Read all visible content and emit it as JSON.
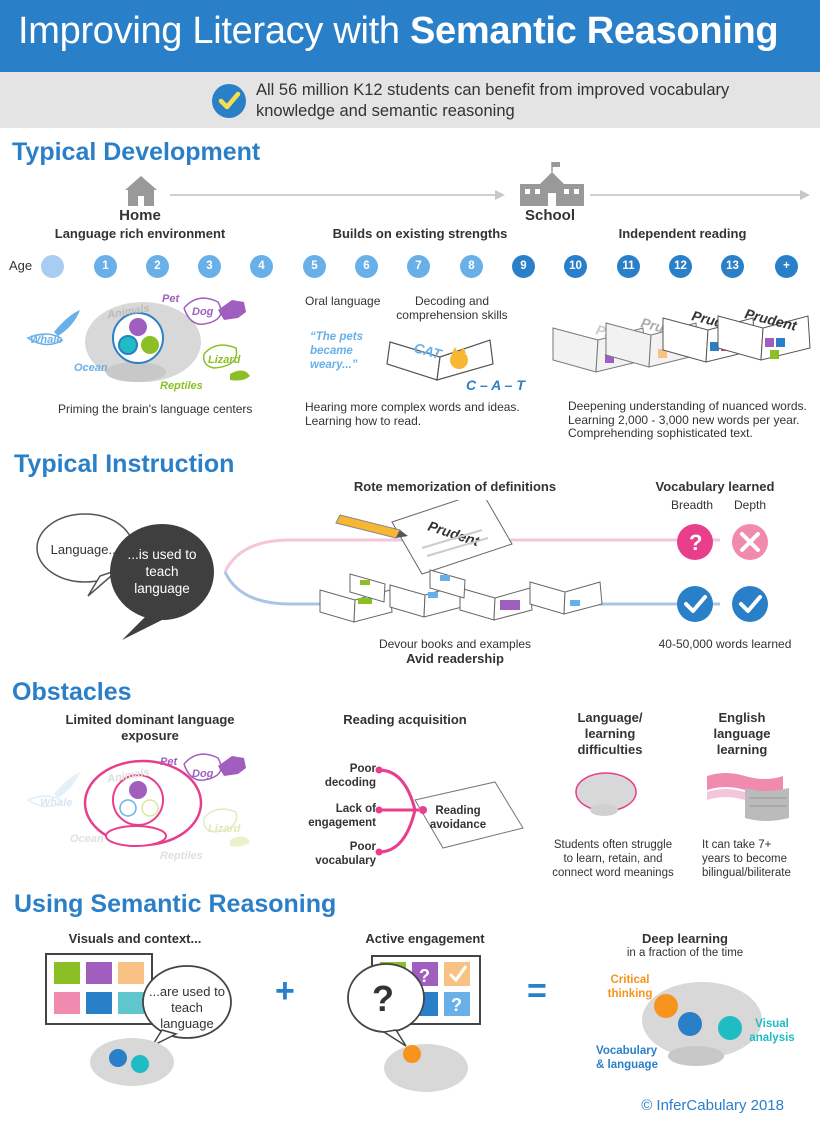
{
  "header": {
    "title_light": "Improving Literacy with ",
    "title_bold": "Semantic Reasoning",
    "banner_text": "All 56 million K12 students can benefit from improved vocabulary knowledge and semantic reasoning"
  },
  "typical_development": {
    "title": "Typical Development",
    "home_label": "Home",
    "school_label": "School",
    "phases": [
      "Language rich environment",
      "Builds on existing strengths",
      "Independent reading"
    ],
    "age_label": "Age",
    "ages": [
      "",
      "1",
      "2",
      "3",
      "4",
      "5",
      "6",
      "7",
      "8",
      "9",
      "10",
      "11",
      "12",
      "13",
      "+"
    ],
    "brain_tags": {
      "animals": "Animals",
      "pet": "Pet",
      "dog": "Dog",
      "whale": "Whale",
      "ocean": "Ocean",
      "lizard": "Lizard",
      "reptiles": "Reptiles"
    },
    "caption_left": "Priming the brain's language centers",
    "oral_language": "Oral language",
    "decoding_skills": "Decoding and comprehension skills",
    "quote": "“The pets became weary...”",
    "cat_word": "CAT",
    "cat_spelled": "C – A – T",
    "caption_middle": "Hearing more complex words and ideas. Learning how to read.",
    "book_word": "Prudent",
    "caption_right": "Deepening understanding of nuanced words. Learning 2,000 - 3,000 new words per year. Comprehending sophisticated text."
  },
  "typical_instruction": {
    "title": "Typical Instruction",
    "bubble_left": "Language...",
    "bubble_right": "...is used to teach language",
    "rote_label": "Rote memorization of definitions",
    "paper_word": "Prudent",
    "vocab_label": "Vocabulary learned",
    "breadth": "Breadth",
    "depth": "Depth",
    "devour_label": "Devour books and examples",
    "avid_label": "Avid readership",
    "words_learned": "40-50,000 words learned"
  },
  "obstacles": {
    "title": "Obstacles",
    "limited_exposure": "Limited dominant language exposure",
    "reading_acquisition": "Reading acquisition",
    "poor_decoding": "Poor decoding",
    "lack_engagement": "Lack of engagement",
    "poor_vocabulary": "Poor vocabulary",
    "reading_avoidance": "Reading avoidance",
    "lang_difficulties": "Language/ learning difficulties",
    "lang_difficulties_text": "Students often struggle to learn, retain, and connect word meanings",
    "english_learning": "English language learning",
    "english_learning_text": "It can take 7+ years to become bilingual/biliterate"
  },
  "semantic_reasoning": {
    "title": "Using Semantic Reasoning",
    "visuals_label": "Visuals and context...",
    "visuals_bubble": "...are used to teach language",
    "plus": "+",
    "active_label": "Active engagement",
    "equals": "=",
    "deep_label": "Deep learning",
    "deep_sub": "in a fraction of the time",
    "critical": "Critical thinking",
    "visual_analysis": "Visual analysis",
    "vocab_language": "Vocabulary & language",
    "question_mark": "?"
  },
  "footer": {
    "copyright": "© InferCabulary 2018"
  },
  "colors": {
    "brand_blue": "#2a7fc9",
    "light_blue_dot": "#6ab0e8",
    "purple": "#a05fbf",
    "green": "#8cbf26",
    "pink": "#e83e8c",
    "orange": "#f7941d",
    "teal": "#1fbcc4"
  }
}
